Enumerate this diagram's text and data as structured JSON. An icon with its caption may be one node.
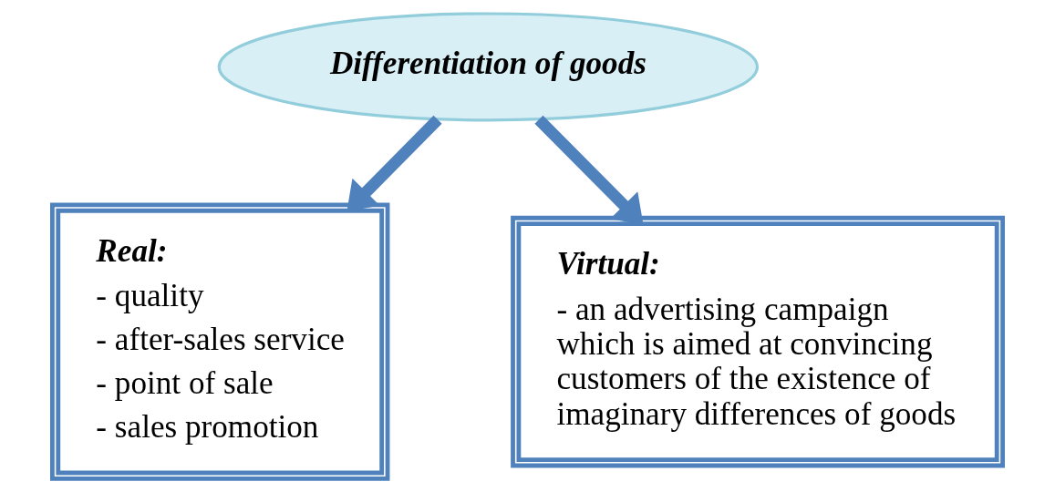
{
  "diagram": {
    "nodes": [
      {
        "text": [
          "Differentiation of goods"
        ]
      },
      {
        "text": [
          "Real:",
          "- quality",
          "- after-sales service",
          "- point of sale",
          "- sales promotion"
        ]
      },
      {
        "text": [
          "Virtual:",
          "- an advertising campaign which is aimed at convincing customers of the existence of imaginary differences of goods"
        ]
      }
    ],
    "edges": [
      {
        "from": 0,
        "to": 1,
        "arrow": "to"
      },
      {
        "from": 0,
        "to": 2,
        "arrow": "to"
      }
    ]
  }
}
